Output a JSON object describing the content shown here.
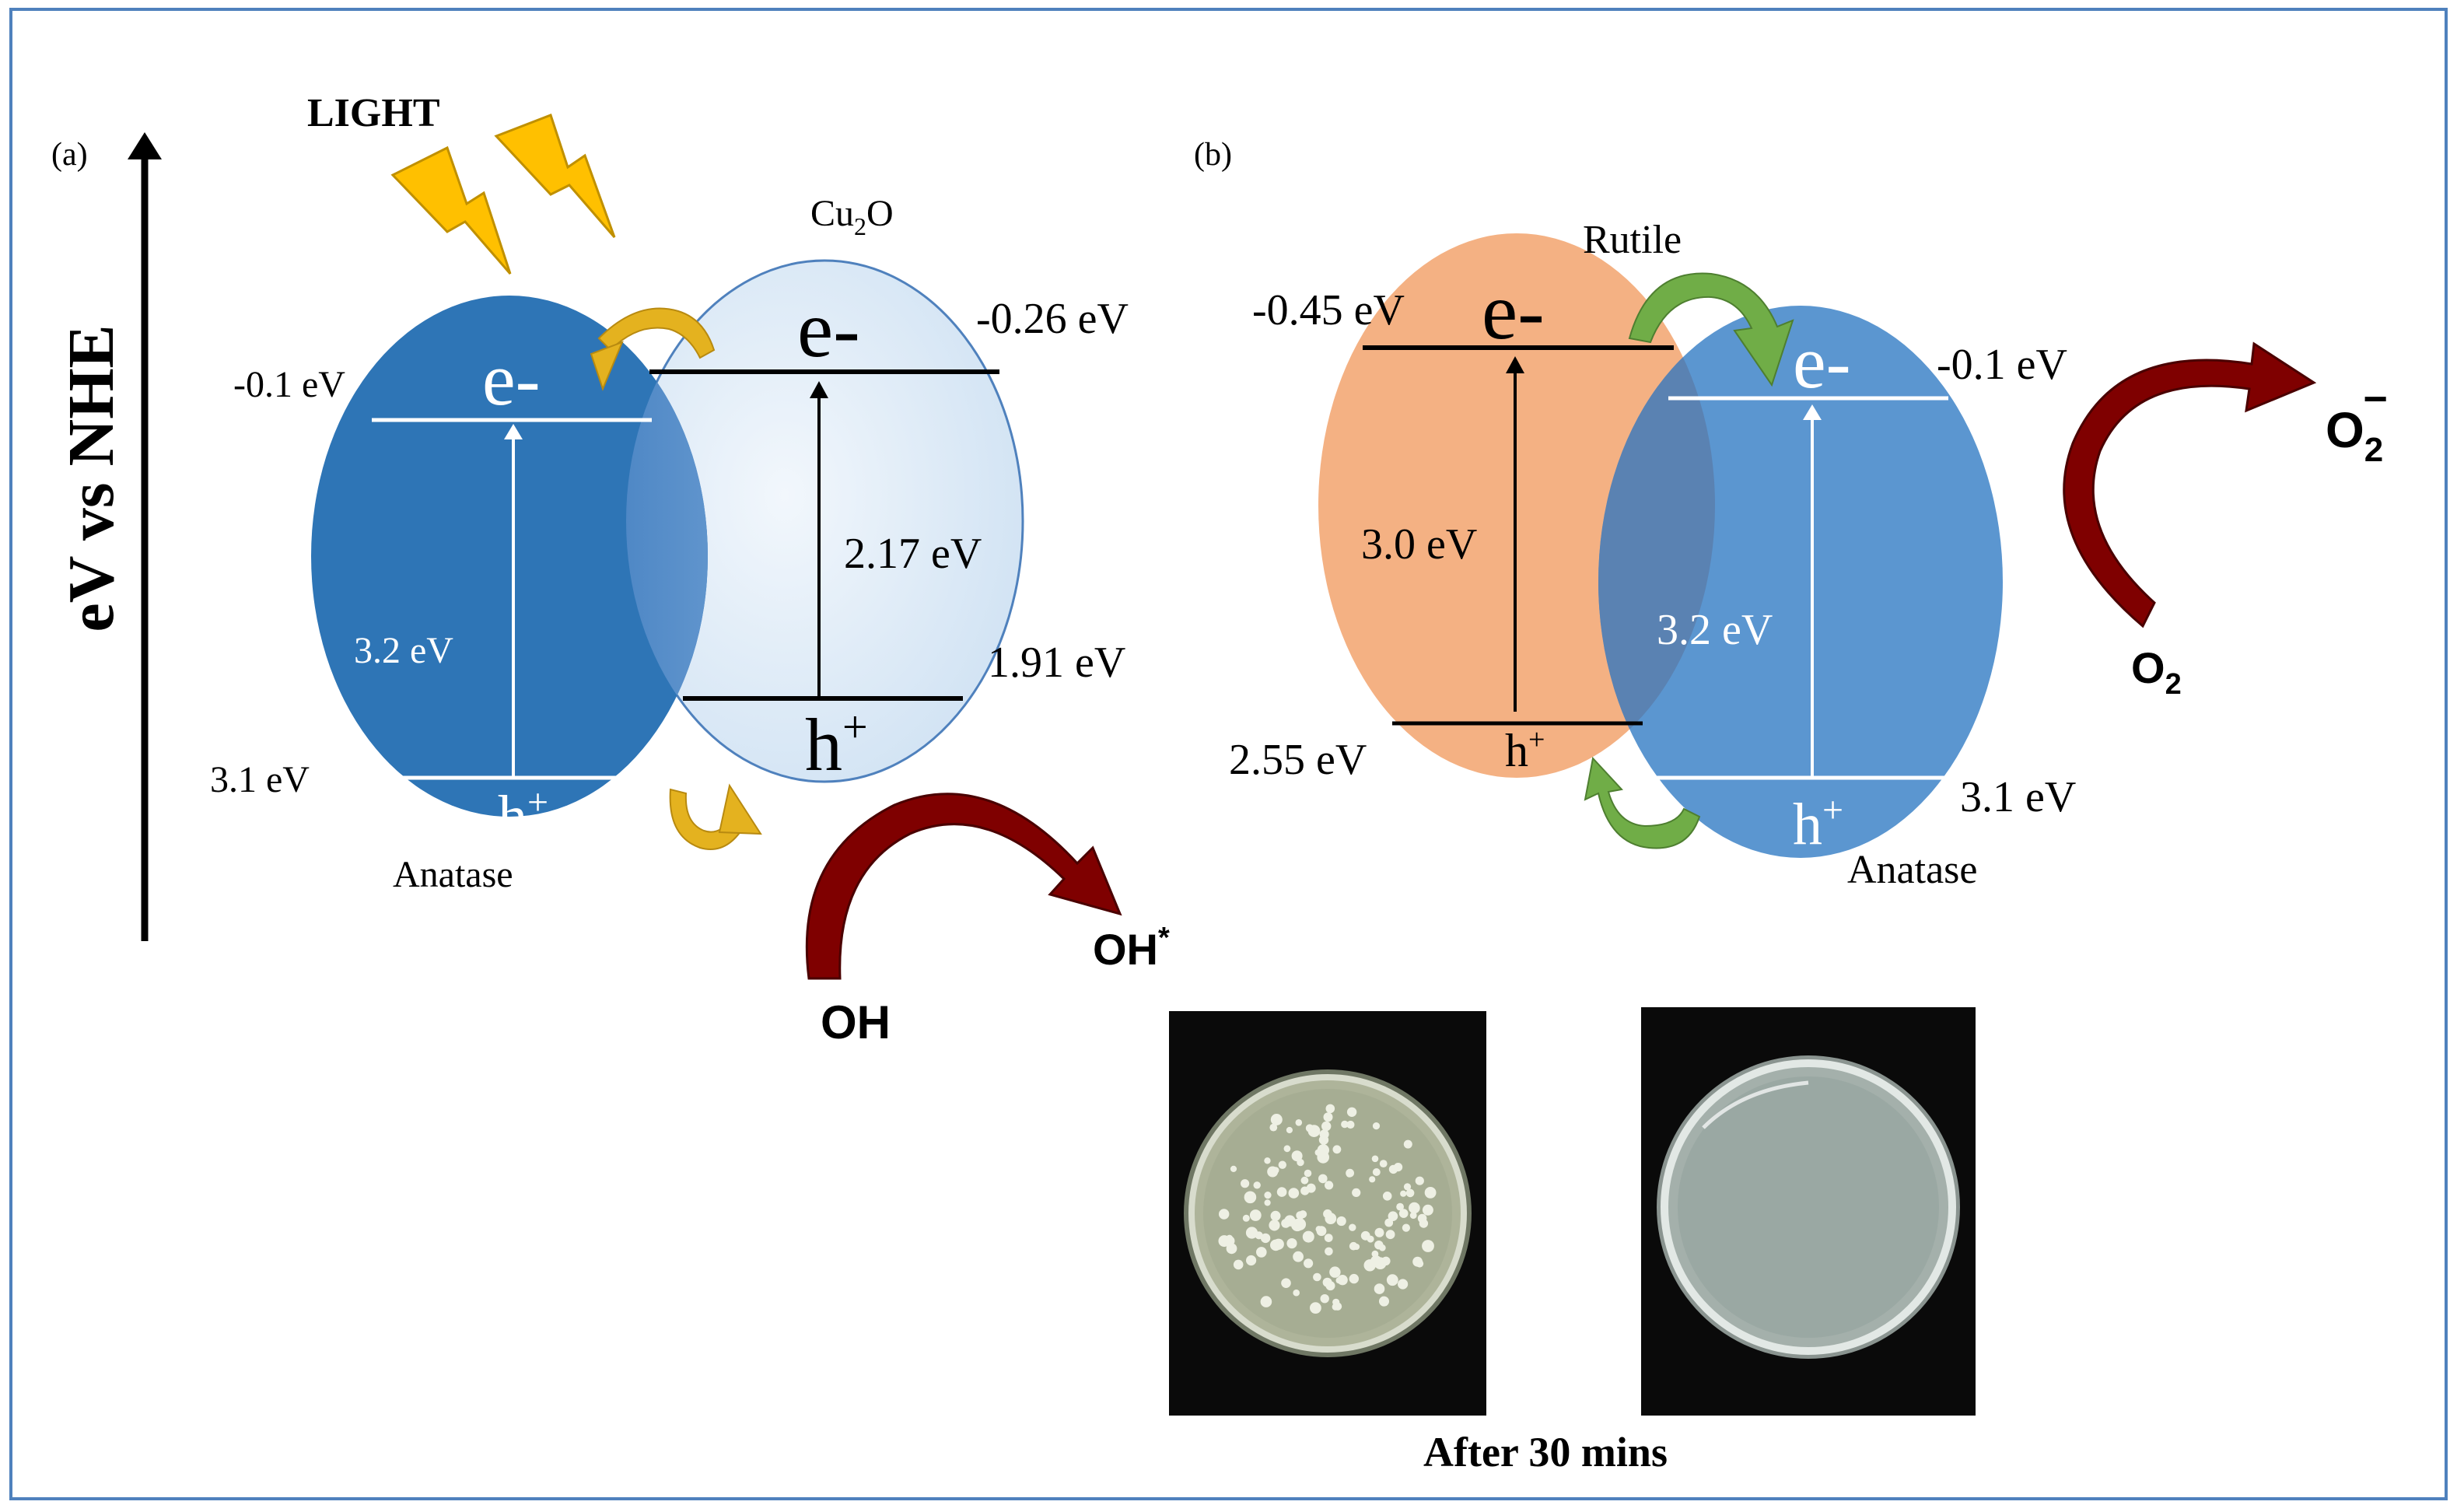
{
  "axis": {
    "label": "eV vs NHE"
  },
  "panel_a": {
    "label": "(a)",
    "light_label": "LIGHT",
    "anatase": {
      "name": "Anatase",
      "cb_value": "-0.1 eV",
      "vb_value": "3.1 eV",
      "gap": "3.2 eV",
      "electron": "e-",
      "hole_base": "h",
      "hole_sup": "+"
    },
    "cu2o": {
      "name_main": "Cu",
      "name_sub": "2",
      "name_tail": "O",
      "cb_value": "-0.26 eV",
      "vb_value": "1.91 eV",
      "gap": "2.17 eV",
      "electron": "e-",
      "hole_base": "h",
      "hole_sup": "+"
    },
    "reaction": {
      "reactant": "OH",
      "product_base": "OH",
      "product_sup": "*"
    }
  },
  "panel_b": {
    "label": "(b)",
    "rutile": {
      "name": "Rutile",
      "cb_value": "-0.45 eV",
      "vb_value": "2.55 eV",
      "gap": "3.0 eV",
      "electron": "e-",
      "hole_base": "h",
      "hole_sup": "+"
    },
    "anatase": {
      "name": "Anatase",
      "cb_value": "-0.1 eV",
      "vb_value": "3.1 eV",
      "gap": "3.2 eV",
      "electron": "e-",
      "hole_base": "h",
      "hole_sup": "+"
    },
    "reaction": {
      "reactant_base": "O",
      "reactant_sub": "2",
      "product_base": "O",
      "product_sub": "2",
      "product_sup": "−"
    }
  },
  "photos": {
    "caption": "After 30 mins"
  },
  "colors": {
    "frame": "#4f81bd",
    "anatase_dark": "#2e75b6",
    "cu2o_fill": "#deebf7",
    "rutile_fill": "#f4b183",
    "anatase_b": "#5b96d0",
    "dark_red_arrow": "#7f0000",
    "gold_arrow": "#d4a017",
    "green_arrow": "#70ad47",
    "bolt": "#ffc000"
  }
}
